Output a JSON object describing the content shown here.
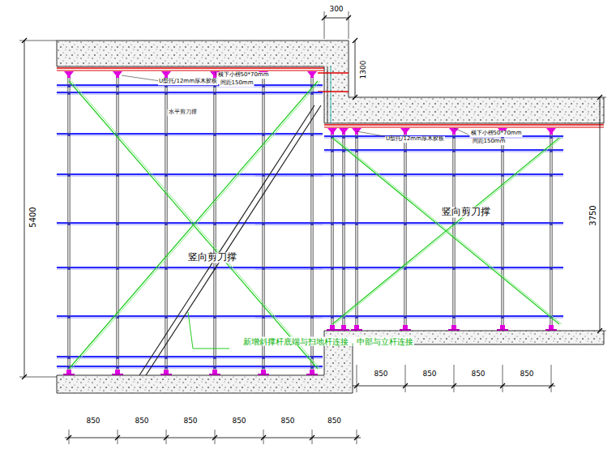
{
  "diagram": {
    "labels": [
      "300",
      "1300",
      "5400",
      "3750",
      "U型托/12mm厚木胶板",
      "横下小楞50*70mm",
      "间距150mm",
      "水平剪刀撑",
      "竖向剪刀撑",
      "竖向剪刀撑",
      "U型托/12mm厚木胶板",
      "横下小楞50*70mm",
      "间距150mm",
      "新增斜撑杆底端与扫地杆连接，中部与立杆连接",
      "850",
      "850",
      "850",
      "850",
      "850",
      "850",
      "850",
      "850",
      "850",
      "850"
    ]
  }
}
